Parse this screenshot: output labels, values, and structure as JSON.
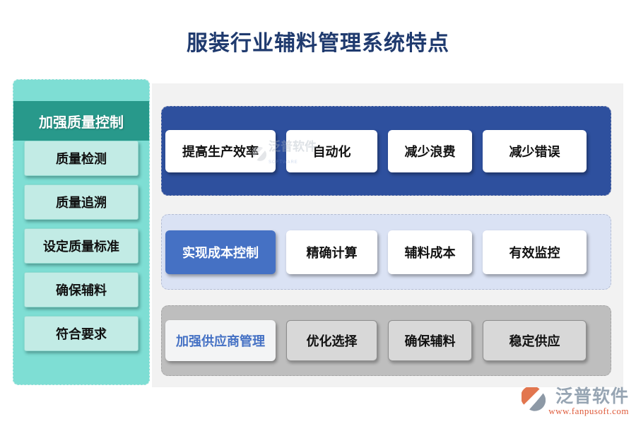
{
  "title": "服装行业辅料管理系统特点",
  "sidebar": {
    "header": "加强质量控制",
    "items": [
      "质量检测",
      "质量追溯",
      "设定质量标准",
      "确保辅料",
      "符合要求"
    ]
  },
  "rows": [
    {
      "lead": "提高生产效率",
      "items": [
        "自动化",
        "减少浪费",
        "减少错误"
      ]
    },
    {
      "lead": "实现成本控制",
      "items": [
        "精确计算",
        "辅料成本",
        "有效监控"
      ]
    },
    {
      "lead": "加强供应商管理",
      "items": [
        "优化选择",
        "确保辅料",
        "稳定供应"
      ]
    }
  ],
  "branding": {
    "logo_text": "泛普软件",
    "website": "www.fanpusoft.com",
    "logo_icon": "fanpu-swirl-icon"
  },
  "colors": {
    "title_text": "#1f3a6e",
    "sidebar_bg": "#7eded4",
    "sidebar_header_bg": "#28998b",
    "sidebar_item_bg": "#c2ebe5",
    "main_panel_bg": "#f2f2f2",
    "row1_bg": "#2e509e",
    "row2_bg": "#dae2f4",
    "row3_bg": "#bebebe",
    "lead2_bg": "#4571c4",
    "lead3_text": "#4571c4",
    "gray_item_bg": "#d8d8d8",
    "brand_text": "#97a5b3",
    "brand_url": "#df5b3b"
  }
}
